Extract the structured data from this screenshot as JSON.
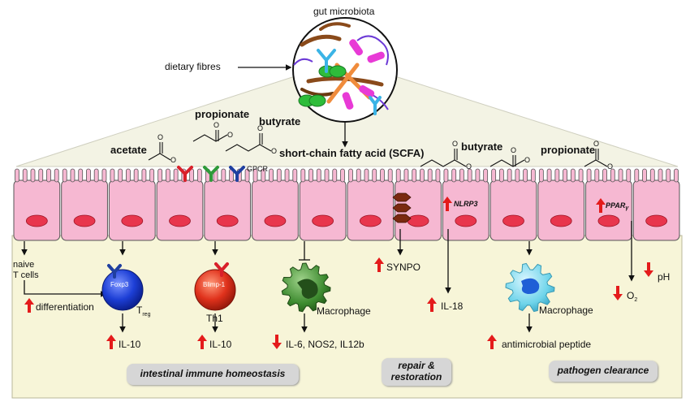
{
  "labels": {
    "gut_microbiota": "gut microbiota",
    "dietary_fibres": "dietary fibres",
    "propionate_top": "propionate",
    "butyrate_top": "butyrate",
    "acetate": "acetate",
    "scfa": "short-chain fatty acid (SCFA)",
    "gpcr": "GPCR",
    "butyrate_right": "butyrate",
    "propionate_right": "propionate",
    "nlrp3": "NLRP3",
    "ppar": "PPAR",
    "ppar_sub": "γ",
    "naive_t_line1": "naive",
    "naive_t_line2": "T cells",
    "differentiation": "differentiation",
    "foxp3": "Foxp3",
    "treg_main": "T",
    "treg_sub": "reg",
    "blimp1": "Blimp-1",
    "th1": "Th1",
    "macrophage_left": "Macrophage",
    "macrophage_right": "Macrophage",
    "synpo": "SYNPO",
    "il18": "IL-18",
    "ph": "pH",
    "o2_main": "O",
    "o2_sub": "2",
    "il10_a": "IL-10",
    "il10_b": "IL-10",
    "il6": "IL-6, NOS2, IL12b",
    "antimicrobial": "antimicrobial peptide",
    "o_minus": "O",
    "o_dbl": "O"
  },
  "boxes": {
    "homeostasis": "intestinal immune homeostasis",
    "repair_line1": "repair &",
    "repair_line2": "restoration",
    "pathogen": "pathogen clearance"
  },
  "colors": {
    "epithelium": "#f6b8d2",
    "nucleus": "#e8364d",
    "lamina": "#f7f5d8",
    "lumen": "#f3f3e4",
    "treg": "#1d3fd6",
    "th1": "#e0321c",
    "macrophage_green": "#3c8a2e",
    "macrophage_cyan": "#6fd4ea",
    "up_arrow": "#e41b1b",
    "receptor_red": "#d9202a",
    "receptor_green": "#2f9a3a",
    "receptor_blue": "#1f3fa0"
  },
  "icons": [
    "up-arrow-icon",
    "down-arrow-icon",
    "receptor-icon",
    "bacterium-icon",
    "antibody-icon"
  ]
}
